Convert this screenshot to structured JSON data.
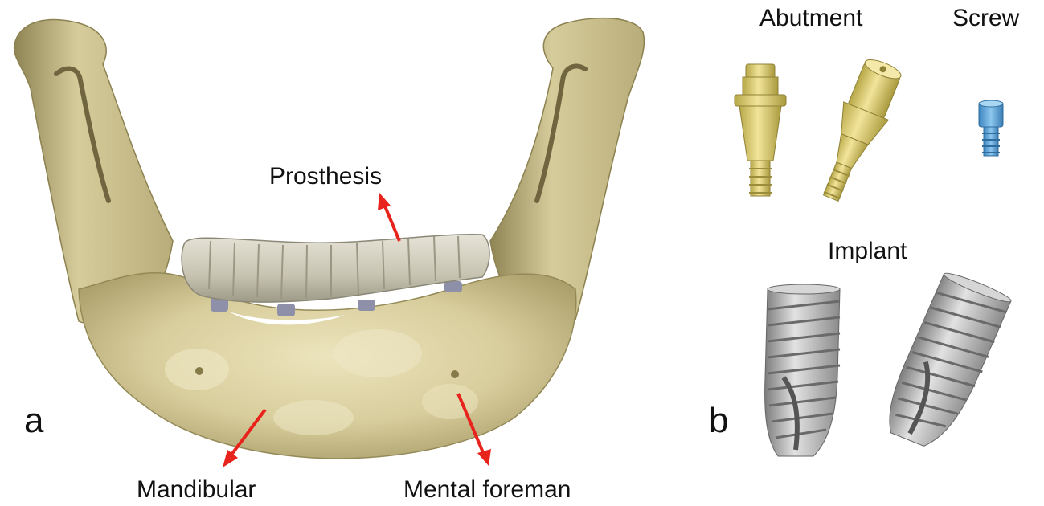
{
  "panel_a": {
    "panel_letter": "a",
    "labels": {
      "prosthesis": "Prosthesis",
      "mandibular": "Mandibular",
      "mental_foreman": "Mental foreman"
    }
  },
  "panel_b": {
    "panel_letter": "b",
    "labels": {
      "abutment": "Abutment",
      "screw": "Screw",
      "implant": "Implant"
    }
  },
  "colors": {
    "bone": "#d9cfa0",
    "bone_shadow": "#a89c66",
    "prosthesis": "#c9c5b4",
    "arrow": "#e8231c",
    "abutment": "#e2d276",
    "screw": "#5ea6d8",
    "implant": "#b4b4b4"
  }
}
